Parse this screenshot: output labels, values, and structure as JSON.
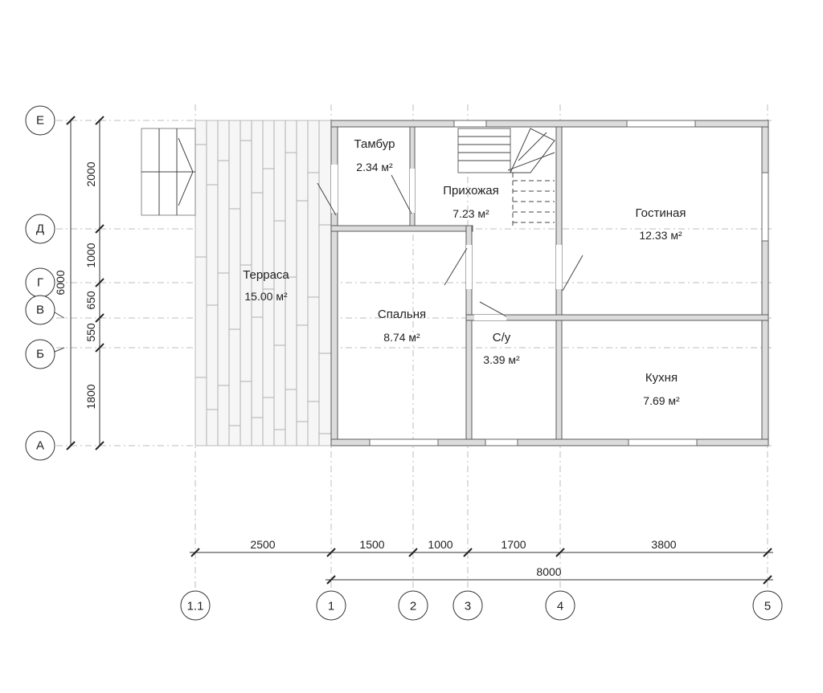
{
  "rooms": [
    {
      "key": "terrace",
      "name": "Терраса",
      "area": "15.00 м²"
    },
    {
      "key": "vestibule",
      "name": "Тамбур",
      "area": "2.34 м²"
    },
    {
      "key": "hall",
      "name": "Прихожая",
      "area": "7.23 м²"
    },
    {
      "key": "living",
      "name": "Гостиная",
      "area": "12.33 м²"
    },
    {
      "key": "bedroom",
      "name": "Спальня",
      "area": "8.74 м²"
    },
    {
      "key": "bathroom",
      "name": "С/у",
      "area": "3.39 м²"
    },
    {
      "key": "kitchen",
      "name": "Кухня",
      "area": "7.69 м²"
    }
  ],
  "axes_letter": [
    "Е",
    "Д",
    "Г",
    "В",
    "Б",
    "А"
  ],
  "axes_number": [
    "1.1",
    "1",
    "2",
    "3",
    "4",
    "5"
  ],
  "dims_horizontal": [
    "2500",
    "1500",
    "1000",
    "1700",
    "3800"
  ],
  "dim_total_horizontal": "8000",
  "dims_vertical": [
    "2000",
    "1000",
    "650",
    "550",
    "1800"
  ],
  "dim_total_vertical": "6000"
}
